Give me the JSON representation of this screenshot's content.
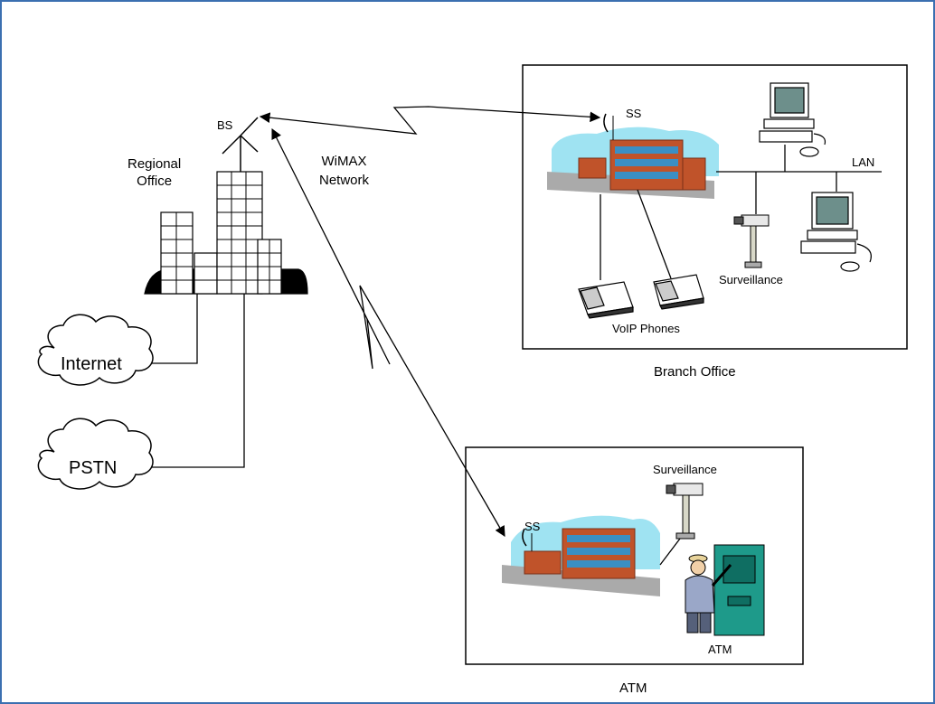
{
  "labels": {
    "bs": "BS",
    "regional_office": "Regional\nOffice",
    "wimax": "WiMAX\nNetwork",
    "internet": "Internet",
    "pstn": "PSTN",
    "ss_branch": "SS",
    "lan": "LAN",
    "surveillance_branch": "Surveillance",
    "voip": "VoIP Phones",
    "branch_office": "Branch Office",
    "surveillance_atm": "Surveillance",
    "ss_atm": "SS",
    "atm_machine": "ATM",
    "atm_caption": "ATM"
  },
  "colors": {
    "frame": "#3b6fb0",
    "sky": "#9fe3f2",
    "building": "#c0532a",
    "building_dark": "#7a2f16",
    "window": "#3b8fc4",
    "monitor_screen": "#6d8f8b",
    "atm_door": "#1e9a8a",
    "cloud_fill": "#ffffff",
    "line": "#000000"
  }
}
